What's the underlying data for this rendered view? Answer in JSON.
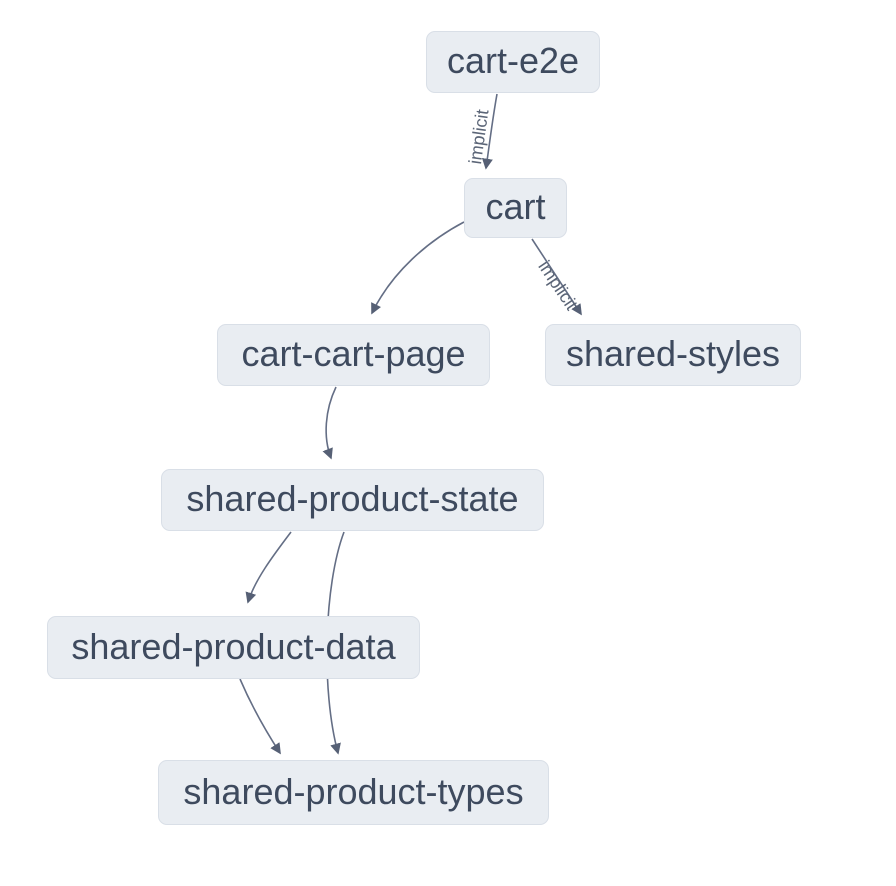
{
  "graph": {
    "type": "dependency-graph",
    "nodes": [
      {
        "id": "cart-e2e",
        "label": "cart-e2e"
      },
      {
        "id": "cart",
        "label": "cart"
      },
      {
        "id": "cart-cart-page",
        "label": "cart-cart-page"
      },
      {
        "id": "shared-styles",
        "label": "shared-styles"
      },
      {
        "id": "shared-product-state",
        "label": "shared-product-state"
      },
      {
        "id": "shared-product-data",
        "label": "shared-product-data"
      },
      {
        "id": "shared-product-types",
        "label": "shared-product-types"
      }
    ],
    "edges": [
      {
        "from": "cart-e2e",
        "to": "cart",
        "label": "implicit"
      },
      {
        "from": "cart",
        "to": "cart-cart-page",
        "label": ""
      },
      {
        "from": "cart",
        "to": "shared-styles",
        "label": "implicit"
      },
      {
        "from": "cart-cart-page",
        "to": "shared-product-state",
        "label": ""
      },
      {
        "from": "shared-product-state",
        "to": "shared-product-data",
        "label": ""
      },
      {
        "from": "shared-product-state",
        "to": "shared-product-types",
        "label": ""
      },
      {
        "from": "shared-product-data",
        "to": "shared-product-types",
        "label": ""
      }
    ],
    "colors": {
      "background": "#ffffff",
      "node_fill": "#e9edf2",
      "node_border": "#d9dfe7",
      "node_text": "#3e4a5e",
      "edge_stroke": "#646e85",
      "edge_label": "#5b6577"
    }
  }
}
